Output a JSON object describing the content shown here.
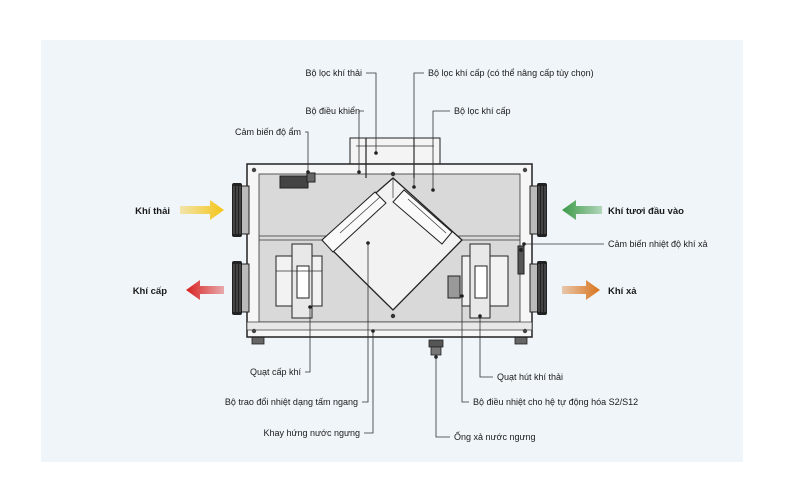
{
  "labels": {
    "exhaust_filter": "Bộ lọc khí thải",
    "supply_filter_optional": "Bộ lọc khí cấp (có thể nâng cấp tùy chọn)",
    "controller": "Bộ điều khiển",
    "supply_filter": "Bộ lọc khí cấp",
    "humidity_sensor": "Cảm biến độ ẩm",
    "exhaust_temp_sensor": "Cảm biến nhiệt độ khí xả",
    "supply_fan": "Quạt cấp khí",
    "exhaust_fan": "Quạt hút khí thải",
    "plate_heat_exchanger": "Bộ trao đổi nhiệt dạng tấm ngang",
    "thermostat_s2_s12": "Bộ điều nhiệt cho hệ tự động hóa S2/S12",
    "condensate_tray": "Khay hứng nước ngưng",
    "condensate_drain": "Ống xả nước ngưng"
  },
  "side_labels": {
    "exhaust_air_in": "Khí thải",
    "fresh_air_in": "Khí tươi đầu vào",
    "supply_air_out": "Khí cấp",
    "discharge_air_out": "Khí xả"
  },
  "arrow_colors": {
    "exhaust_air_in": "#f5c518",
    "fresh_air_in": "#3c9a46",
    "supply_air_out": "#d82020",
    "discharge_air_out": "#d9731a"
  }
}
